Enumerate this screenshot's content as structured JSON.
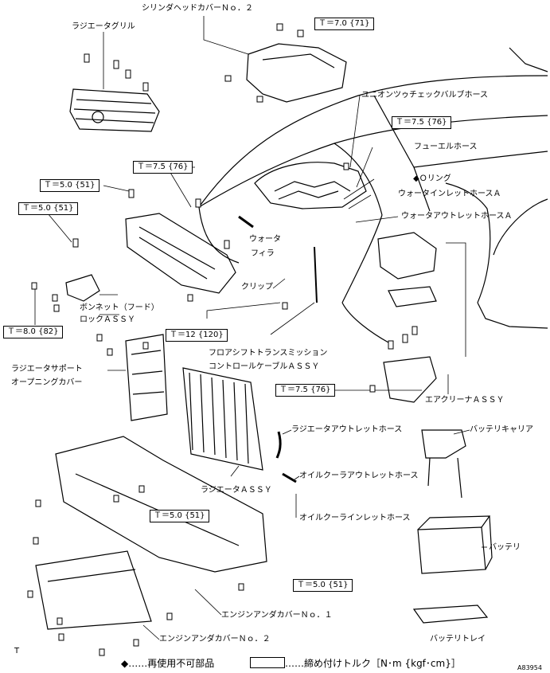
{
  "labels": {
    "cylinder_head_cover": "シリンダヘッドカバーＮｏ．２",
    "radiator_grille": "ラジエータグリル",
    "union_check_valve_hose": "ユニオンツゥチェックバルブホース",
    "fuel_hose": "フューエルホース",
    "o_ring": "◆Ｏリング",
    "water_inlet_hose": "ウォータインレットホースＡ",
    "water_outlet_hose": "ウォータアウトレットホースＡ",
    "water_filler_1": "ウォータ",
    "water_filler_2": "フィラ",
    "clip": "クリップ",
    "hood_lock_1": "ボンネット（フード）",
    "hood_lock_2": "ロックＡＳＳＹ",
    "shift_cable_1": "フロアシフトトランスミッション",
    "shift_cable_2": "コントロールケーブルＡＳＳＹ",
    "radiator_support_1": "ラジエータサポート",
    "radiator_support_2": "オープニングカバー",
    "air_cleaner": "エアクリーナＡＳＳＹ",
    "radiator_outlet_hose": "ラジエータアウトレットホース",
    "battery_carrier": "バッテリキャリア",
    "radiator_assy": "ラジエータＡＳＳＹ",
    "oil_cooler_outlet_hose": "オイルクーラアウトレットホース",
    "oil_cooler_inlet_hose": "オイルクーラインレットホース",
    "battery": "バッテリ",
    "engine_under_cover_1": "エンジンアンダカバーＮｏ．１",
    "engine_under_cover_2": "エンジンアンダカバーＮｏ．２",
    "battery_tray": "バッテリトレイ",
    "stray_t": "T"
  },
  "torques": {
    "t_top": "Ｔ＝7.0 {71}",
    "t_union": "Ｔ＝7.5 {76}",
    "t_filler": "Ｔ＝7.5 {76}",
    "t_support_a": "Ｔ＝5.0 {51}",
    "t_support_b": "Ｔ＝5.0 {51}",
    "t_hood": "Ｔ＝8.0 {82}",
    "t_shift": "Ｔ＝12 {120}",
    "t_aircleaner": "Ｔ＝7.5 {76}",
    "t_under_a": "Ｔ＝5.0 {51}",
    "t_under_b": "Ｔ＝5.0 {51}"
  },
  "legend": {
    "diamond_text": "◆……再使用不可部品",
    "box_text": "……締め付けトルク［N･m {kgf･cm}］"
  },
  "figure_code": "A83954"
}
